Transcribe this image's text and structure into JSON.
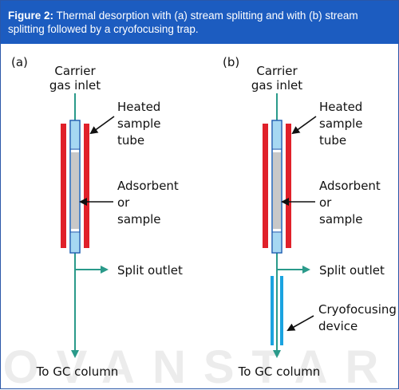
{
  "header": {
    "figure_label": "Figure 2:",
    "caption": "Thermal desorption with (a) stream splitting and with (b) stream splitting followed by a cryofocusing trap."
  },
  "watermark": {
    "text": "OVANSTAR"
  },
  "panel_a": {
    "label": "(a)",
    "carrier_line1": "Carrier",
    "carrier_line2": "gas inlet",
    "heated_line1": "Heated",
    "heated_line2": "sample",
    "heated_line3": "tube",
    "adsorbent_line1": "Adsorbent",
    "adsorbent_line2": "or",
    "adsorbent_line3": "sample",
    "split_outlet": "Split outlet",
    "gc_column": "To GC column"
  },
  "panel_b": {
    "label": "(b)",
    "carrier_line1": "Carrier",
    "carrier_line2": "gas inlet",
    "heated_line1": "Heated",
    "heated_line2": "sample",
    "heated_line3": "tube",
    "adsorbent_line1": "Adsorbent",
    "adsorbent_line2": "or",
    "adsorbent_line3": "sample",
    "split_outlet": "Split outlet",
    "cryo_line1": "Cryofocusing",
    "cryo_line2": "device",
    "gc_column": "To GC column"
  },
  "colors": {
    "header_bg": "#1c5cc0",
    "flow_line": "#2a9a8a",
    "heater": "#e0202a",
    "tube_end": "#a6d8f2",
    "tube_outline": "#1a5fb4",
    "adsorbent": "#c8c8c8",
    "cryo": "#1aa3e0"
  }
}
